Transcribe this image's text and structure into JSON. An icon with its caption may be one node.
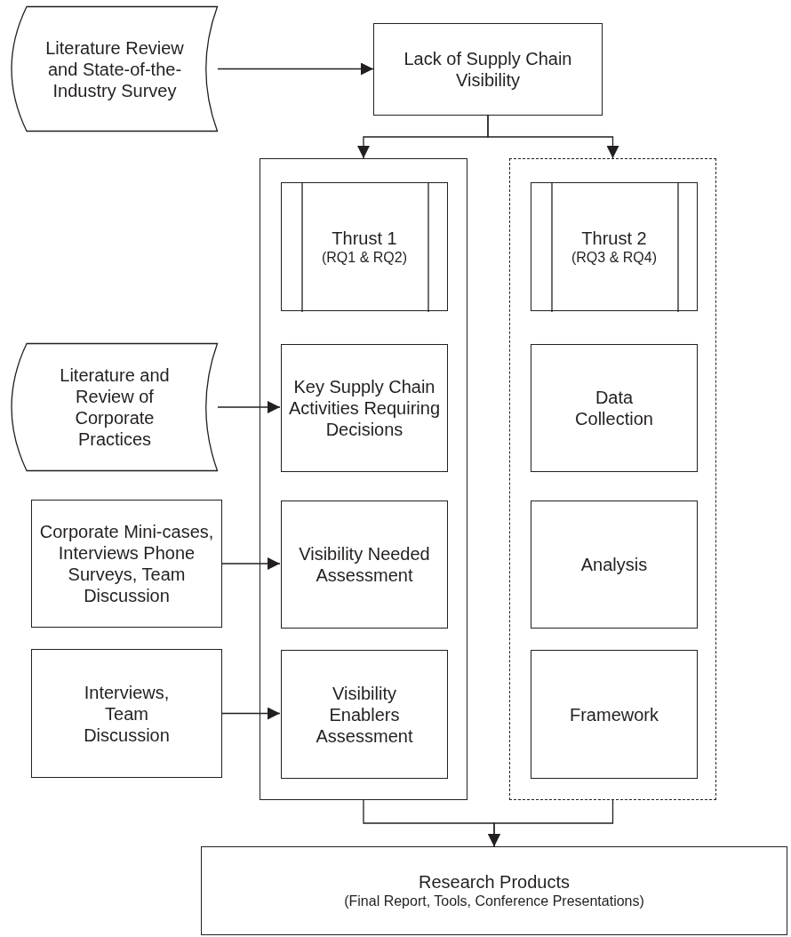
{
  "diagram": {
    "nodes": [
      {
        "text": [
          "Literature Review and State-of-the-Industry Survey"
        ]
      },
      {
        "text": [
          "Lack of Supply Chain Visibility"
        ]
      },
      {
        "text": [],
        "shape": "box"
      },
      {
        "text": [],
        "shape": "box"
      },
      {
        "text": [
          "Thrust 1",
          "(RQ1 & RQ2)"
        ],
        "in": 2
      },
      {
        "text": [
          "Thrust 2",
          "(RQ3 & RQ4)"
        ],
        "in": 3
      },
      {
        "text": [
          "Literature and Review of Corporate Practices"
        ]
      },
      {
        "text": [
          "Key Supply Chain Activities Requiring Decisions"
        ],
        "in": 2
      },
      {
        "text": [
          "Data Collection"
        ],
        "in": 3
      },
      {
        "text": [
          "Corporate Mini-cases, Interviews Phone Surveys, Team Discussion"
        ]
      },
      {
        "text": [
          "Visibility Needed Assessment"
        ],
        "in": 2
      },
      {
        "text": [
          "Analysis"
        ],
        "in": 3
      },
      {
        "text": [
          "Interviews, Team Discussion"
        ]
      },
      {
        "text": [
          "Visibility Enablers Assessment"
        ],
        "in": 2
      },
      {
        "text": [
          "Framework"
        ],
        "in": 3
      },
      {
        "text": [
          "Research Products",
          "(Final Report, Tools, Conference Presentations)"
        ]
      }
    ],
    "edges": [
      {
        "from": 0,
        "to": 1,
        "arrow": "to"
      },
      {
        "from": 1,
        "to": 2,
        "arrow": "to"
      },
      {
        "from": 1,
        "to": 3,
        "arrow": "to"
      },
      {
        "from": 6,
        "to": 7,
        "arrow": "to"
      },
      {
        "from": 9,
        "to": 10,
        "arrow": "to"
      },
      {
        "from": 12,
        "to": 13,
        "arrow": "to"
      },
      {
        "from": 2,
        "to": 15,
        "arrow": "to"
      },
      {
        "from": 3,
        "to": 15,
        "arrow": "to"
      }
    ]
  }
}
